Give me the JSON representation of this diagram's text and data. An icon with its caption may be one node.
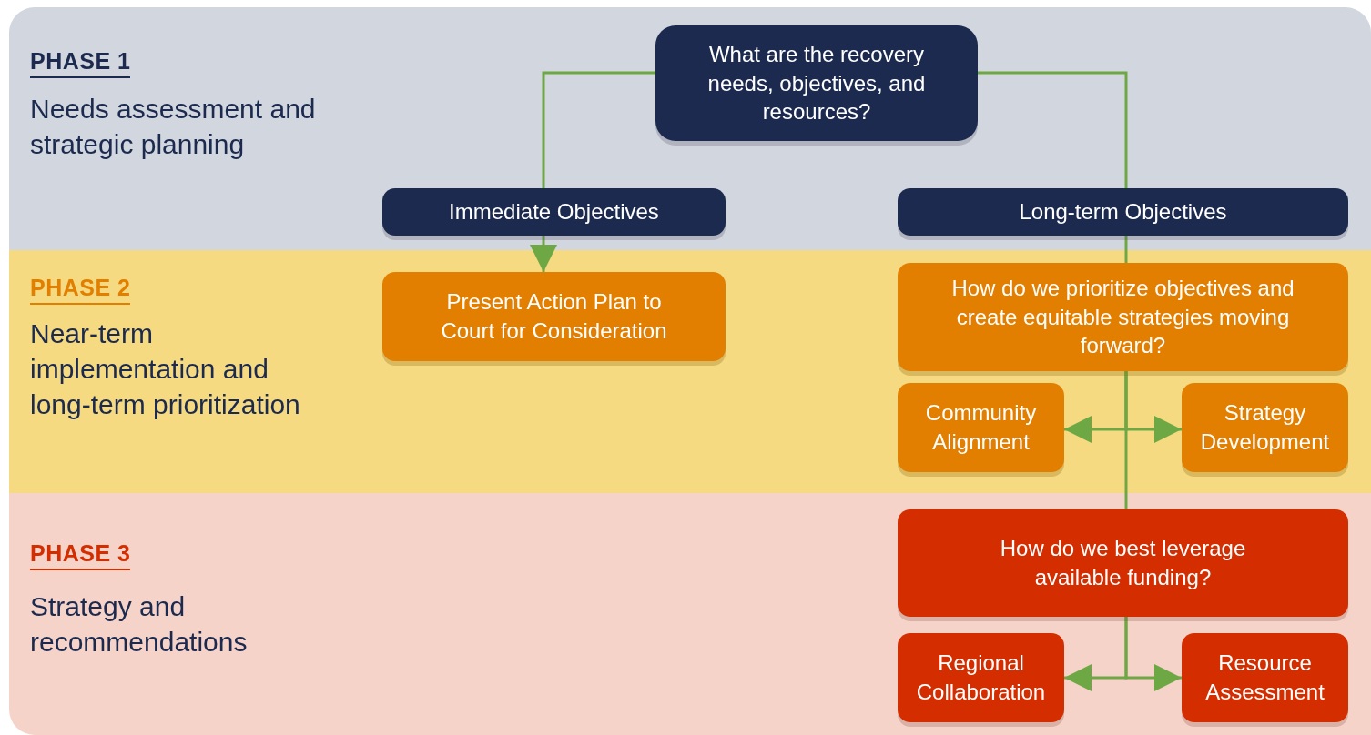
{
  "diagram": {
    "nodes": [
      {
        "text": [
          "PHASE 1",
          "Needs assessment and strategic planning"
        ]
      },
      {
        "text": [
          "PHASE 2",
          "Near-term implementation and long-term prioritization"
        ]
      },
      {
        "text": [
          "PHASE 3",
          "Strategy and recommendations"
        ]
      },
      {
        "text": [
          "What are the recovery needs, objectives, and resources?"
        ],
        "in": 0
      },
      {
        "text": [
          "Immediate Objectives"
        ],
        "in": 0
      },
      {
        "text": [
          "Long-term Objectives"
        ],
        "in": 0
      },
      {
        "text": [
          "Present Action Plan to Court for Consideration"
        ],
        "in": 1
      },
      {
        "text": [
          "How do we prioritize objectives and create equitable strategies moving forward?"
        ],
        "in": 1
      },
      {
        "text": [
          "Community Alignment"
        ],
        "in": 1
      },
      {
        "text": [
          "Strategy Development"
        ],
        "in": 1
      },
      {
        "text": [
          "How do we best leverage available funding?"
        ],
        "in": 2
      },
      {
        "text": [
          "Regional Collaboration"
        ],
        "in": 2
      },
      {
        "text": [
          "Resource Assessment"
        ],
        "in": 2
      }
    ],
    "edges": [
      {
        "from": 3,
        "to": 4,
        "arrow": "none"
      },
      {
        "from": 4,
        "to": 6,
        "arrow": "to"
      },
      {
        "from": 3,
        "to": 5,
        "arrow": "none"
      },
      {
        "from": 5,
        "to": 7,
        "arrow": "none"
      },
      {
        "from": 7,
        "to": 8,
        "arrow": "to"
      },
      {
        "from": 7,
        "to": 9,
        "arrow": "to"
      },
      {
        "from": 7,
        "to": 10,
        "arrow": "none"
      },
      {
        "from": 10,
        "to": 11,
        "arrow": "to"
      },
      {
        "from": 10,
        "to": 12,
        "arrow": "to"
      }
    ]
  }
}
